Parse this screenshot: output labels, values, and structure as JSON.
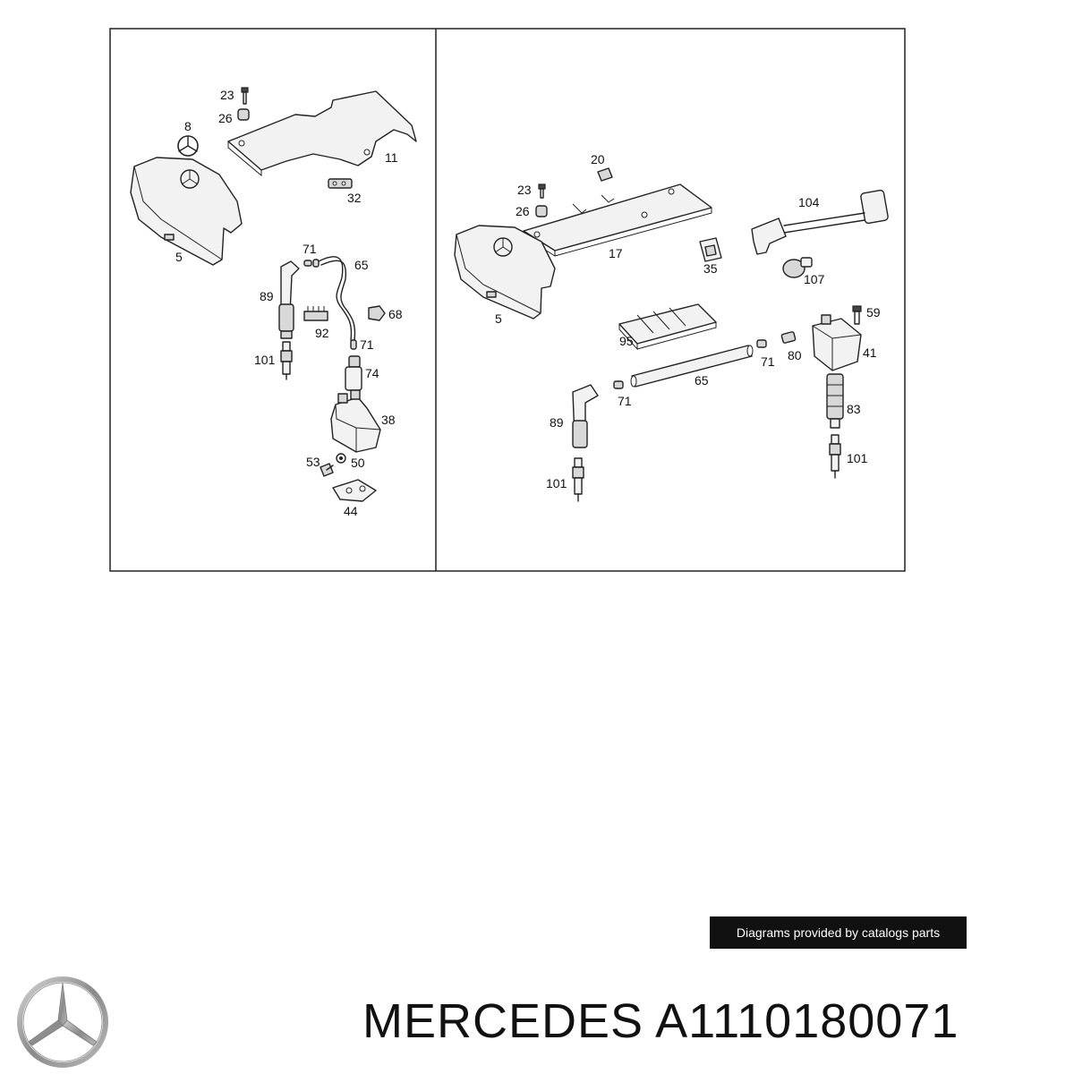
{
  "diagram": {
    "left_panel": {
      "callouts": [
        "23",
        "26",
        "8",
        "11",
        "32",
        "5",
        "71",
        "65",
        "89",
        "92",
        "68",
        "71",
        "101",
        "74",
        "38",
        "53",
        "50",
        "44"
      ]
    },
    "right_panel": {
      "callouts": [
        "20",
        "23",
        "26",
        "104",
        "17",
        "35",
        "107",
        "5",
        "59",
        "95",
        "41",
        "71",
        "80",
        "65",
        "71",
        "83",
        "89",
        "101",
        "101"
      ]
    }
  },
  "footer": {
    "credit": "Diagrams provided by catalogs parts",
    "part_title": "MERCEDES A1110180071"
  },
  "logo": {
    "icon": "mercedes-star-icon",
    "color": "#8a8a8a"
  }
}
